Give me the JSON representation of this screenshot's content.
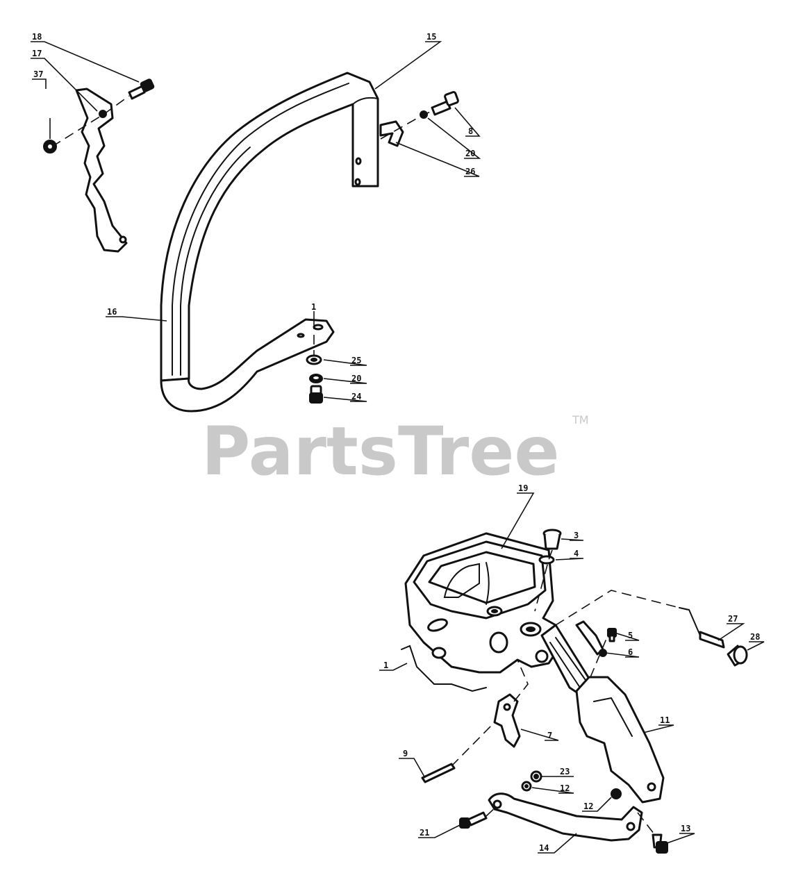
{
  "watermark": {
    "brand": "PartsTree",
    "mark": "TM"
  },
  "callouts": {
    "c18": "18",
    "c17": "17",
    "c37": "37",
    "c15": "15",
    "c8": "8",
    "c20a": "20",
    "c26": "26",
    "c16": "16",
    "c1a": "1",
    "c25": "25",
    "c20b": "20",
    "c24": "24",
    "c19": "19",
    "c3": "3",
    "c4": "4",
    "c27": "27",
    "c28": "28",
    "c5": "5",
    "c6": "6",
    "c1b": "1",
    "c11": "11",
    "c7": "7",
    "c9": "9",
    "c23": "23",
    "c12a": "12",
    "c12b": "12",
    "c21": "21",
    "c13": "13",
    "c14": "14"
  }
}
